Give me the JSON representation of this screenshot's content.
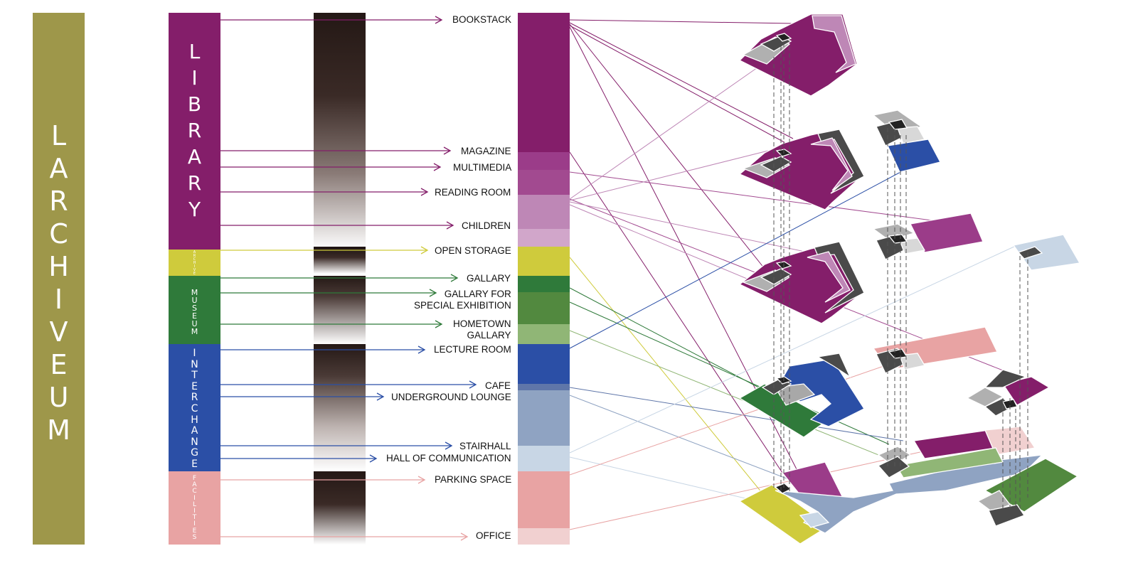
{
  "title": "LARCHIVEUM",
  "categories": [
    {
      "name": "LIBRARY",
      "color": "#841e6a"
    },
    {
      "name": "ARCHIVE",
      "color": "#cfcb3c"
    },
    {
      "name": "MUSEUM",
      "color": "#2f7a3a"
    },
    {
      "name": "INTERCHANGE",
      "color": "#2b4fa6"
    },
    {
      "name": "FACILITIES",
      "color": "#e8a3a3"
    }
  ],
  "spaces": [
    {
      "label": "BOOKSTACK",
      "color": "#841e6a"
    },
    {
      "label": "MAGAZINE",
      "color": "#9b3c89"
    },
    {
      "label": "MULTIMEDIA",
      "color": "#a24a90"
    },
    {
      "label": "READING ROOM",
      "color": "#be87b6"
    },
    {
      "label": "CHILDREN",
      "color": "#d1a6ca"
    },
    {
      "label": "OPEN STORAGE",
      "color": "#cfcb3c"
    },
    {
      "label": "GALLARY",
      "color": "#2f7a3a"
    },
    {
      "label": "GALLARY FOR\nSPECIAL EXHIBITION",
      "color": "#52893f"
    },
    {
      "label": "HOMETOWN\nGALLARY",
      "color": "#90b676"
    },
    {
      "label": "LECTURE ROOM",
      "color": "#2b4fa6"
    },
    {
      "label": "CAFE",
      "color": "#5f76a9"
    },
    {
      "label": "UNDERGROUND LOUNGE",
      "color": "#8fa3c2"
    },
    {
      "label": "STAIRHALL",
      "color": "#c8d6e5"
    },
    {
      "label": "HALL OF COMMUNICATION",
      "color": "#c8d6e5"
    },
    {
      "label": "PARKING SPACE",
      "color": "#e8a3a3"
    },
    {
      "label": "OFFICE",
      "color": "#f1d0d0"
    }
  ]
}
